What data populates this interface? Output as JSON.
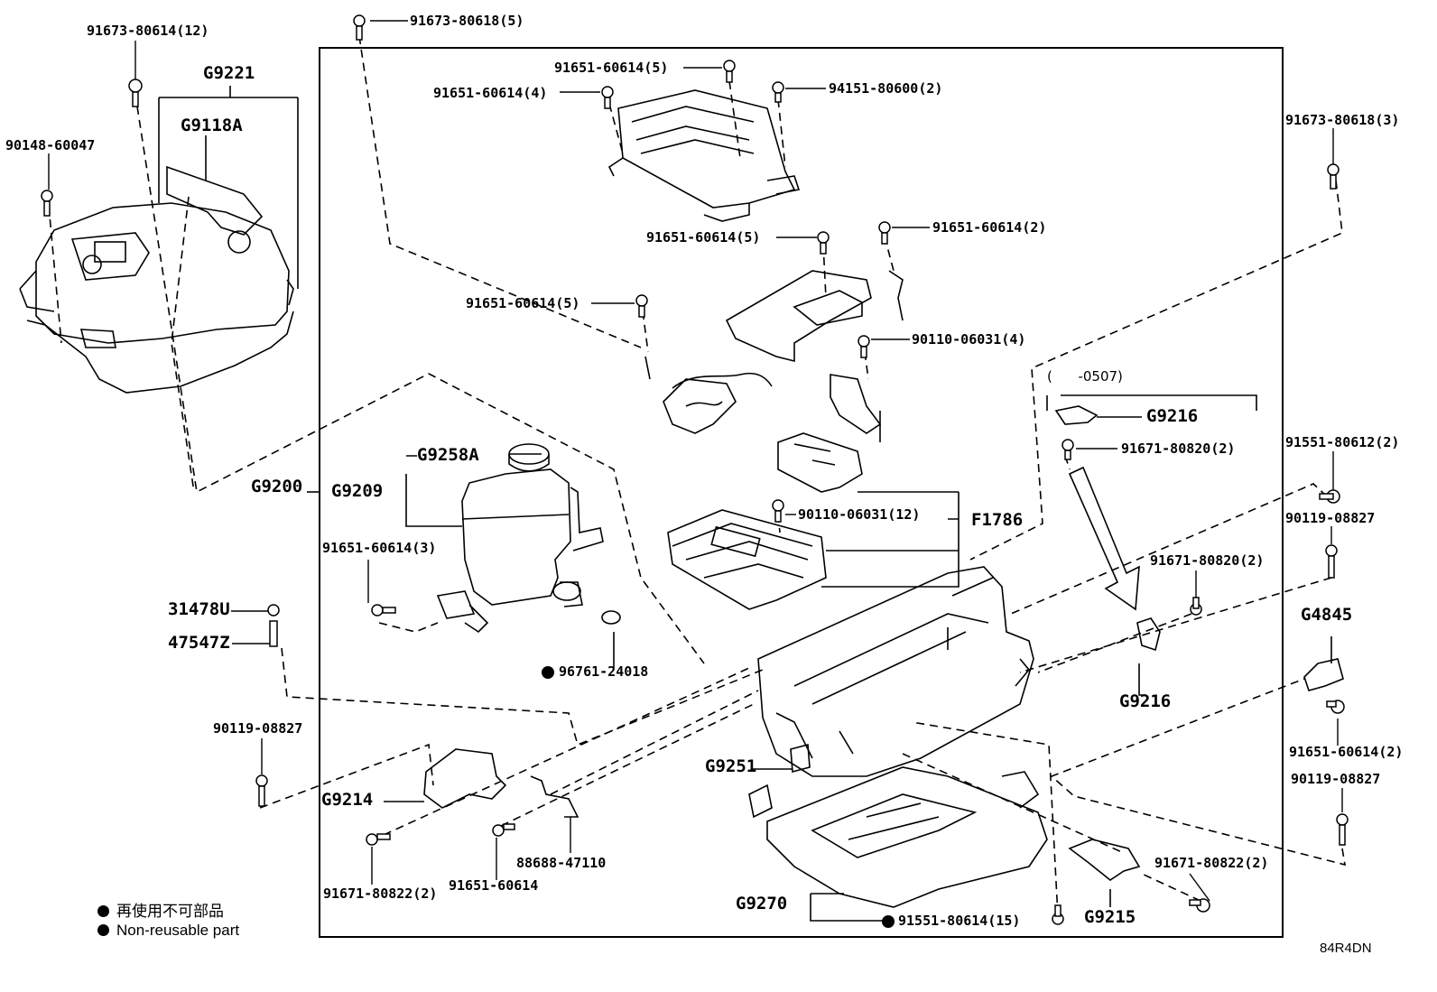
{
  "labels": {
    "p91673_80614_12": "91673-80614(12)",
    "g9221": "G9221",
    "g9118a": "G9118A",
    "p90148_60047": "90148-60047",
    "p91673_80618_5": "91673-80618(5)",
    "p91651_60614_5_top": "91651-60614(5)",
    "p91651_60614_4": "91651-60614(4)",
    "p94151_80600_2": "94151-80600(2)",
    "p91673_80618_3": "91673-80618(3)",
    "p91651_60614_5_mid": "91651-60614(5)",
    "p91651_60614_2_top": "91651-60614(2)",
    "p91651_60614_5_left": "91651-60614(5)",
    "p90110_06031_4": "90110-06031(4)",
    "dateRange": "(      -0507)",
    "g9216_top": "G9216",
    "p91671_80820_2_top": "91671-80820(2)",
    "p91551_80612_2": "91551-80612(2)",
    "g9258a": "G9258A",
    "g9200": "G9200",
    "g9209": "G9209",
    "p90110_06031_12": "90110-06031(12)",
    "f1786": "F1786",
    "p90119_08827_right_top": "90119-08827",
    "p91651_60614_3": "91651-60614(3)",
    "p91671_80820_2_mid": "91671-80820(2)",
    "g4845": "G4845",
    "p31478u": "31478U",
    "p47547z": "47547Z",
    "p96761_24018": "96761-24018",
    "g9216_bottom": "G9216",
    "p90119_08827_left": "90119-08827",
    "p91651_60614_2_right": "91651-60614(2)",
    "g9251": "G9251",
    "p90119_08827_right_bottom": "90119-08827",
    "g9214": "G9214",
    "p88688_47110": "88688-47110",
    "p91671_80822_2_right": "91671-80822(2)",
    "p91671_80822_2_left": "91671-80822(2)",
    "p91651_60614": "91651-60614",
    "g9270": "G9270",
    "g9215": "G9215",
    "p91551_80614_15": "91551-80614(15)"
  },
  "legend": {
    "japanese": "再使用不可部品",
    "english": "Non-reusable part"
  },
  "diagram_code": "84R4DN"
}
